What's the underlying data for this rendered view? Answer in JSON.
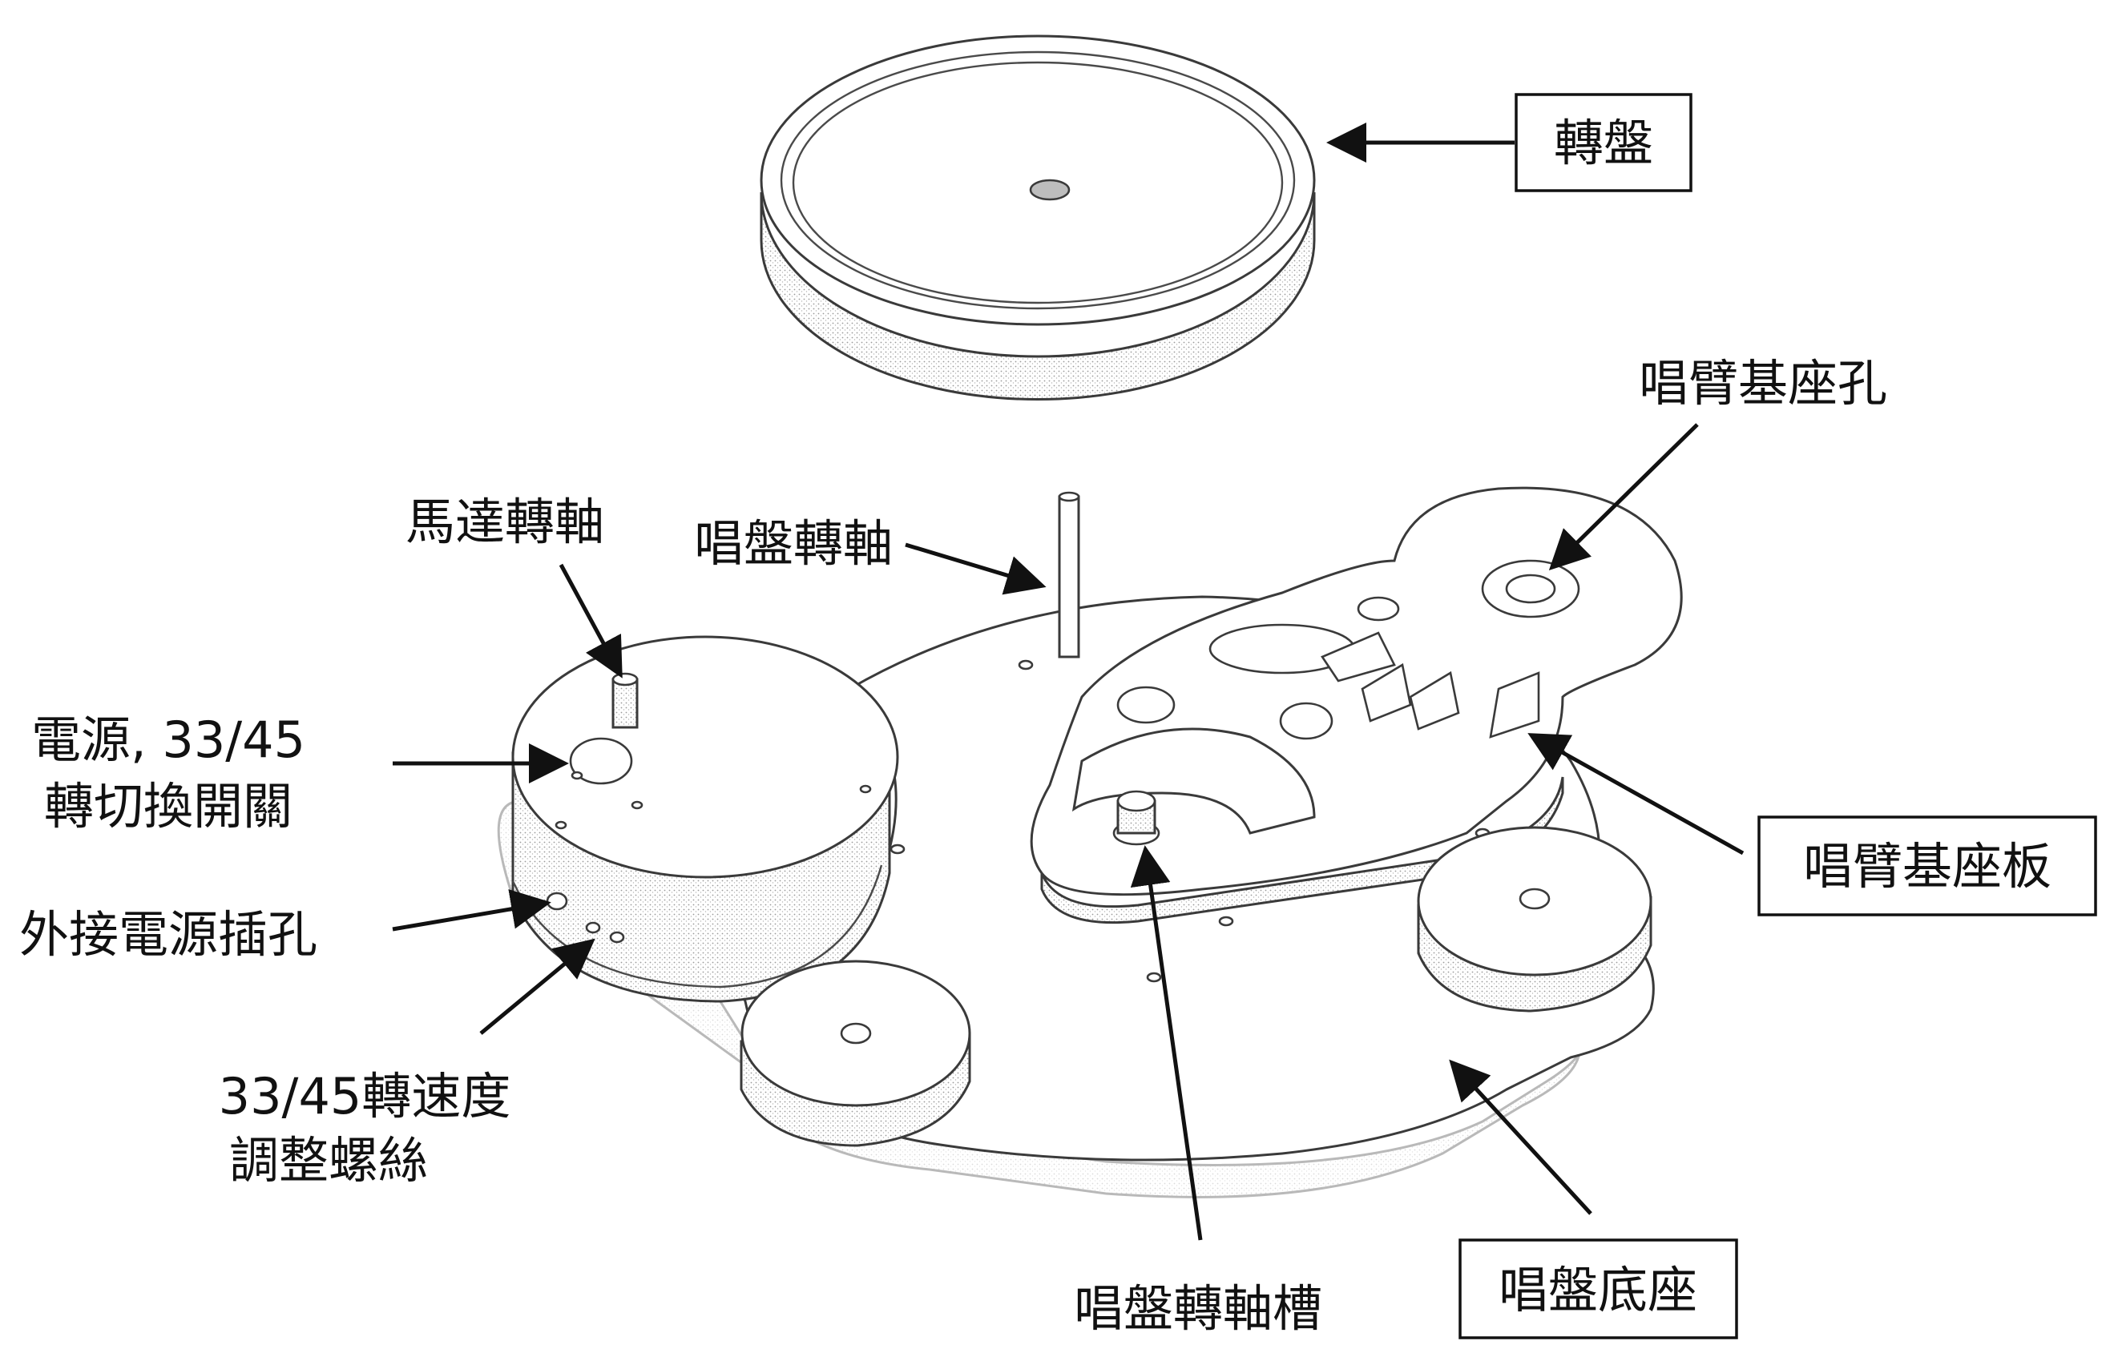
{
  "labels": {
    "platter": "轉盤",
    "tonearm_base_hole": "唱臂基座孔",
    "motor_shaft": "馬達轉軸",
    "platter_spindle": "唱盤轉軸",
    "power_switch_line1": "電源, 33/45",
    "power_switch_line2": "轉切換開關",
    "dc_jack": "外接電源插孔",
    "speed_screw_line1": "33/45轉速度",
    "speed_screw_line2": "調整螺絲",
    "tonearm_base_plate": "唱臂基座板",
    "spindle_slot": "唱盤轉軸槽",
    "turntable_base": "唱盤底座"
  },
  "colors": {
    "line": "#3a3a3a",
    "arrow": "#111111",
    "background": "#ffffff"
  }
}
